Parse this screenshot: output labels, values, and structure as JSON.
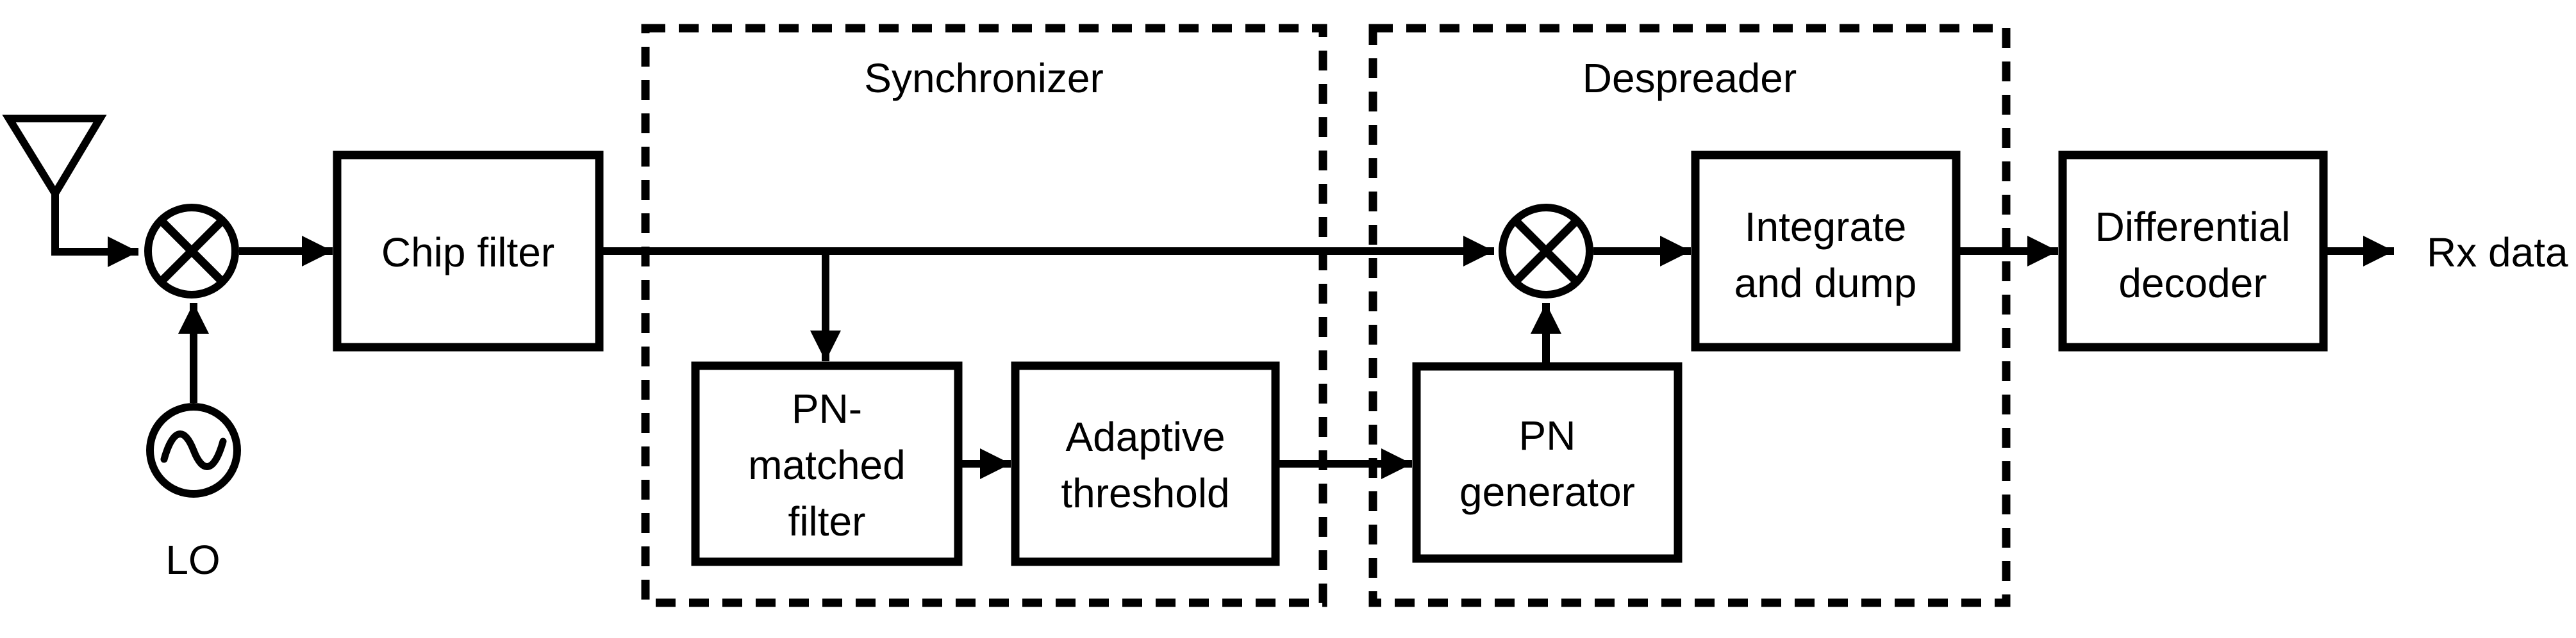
{
  "diagram": {
    "background": "#ffffff",
    "stroke_color": "#000000",
    "groups": {
      "synchronizer": {
        "label": "Synchronizer"
      },
      "despreader": {
        "label": "Despreader"
      }
    },
    "blocks": {
      "chip_filter": {
        "label": "Chip filter"
      },
      "pn_matched_filter": {
        "lines": [
          "PN-",
          "matched",
          "filter"
        ]
      },
      "adaptive_threshold": {
        "lines": [
          "Adaptive",
          "threshold"
        ]
      },
      "pn_generator": {
        "lines": [
          "PN",
          "generator"
        ]
      },
      "integrate_and_dump": {
        "lines": [
          "Integrate",
          "and dump"
        ]
      },
      "differential_decoder": {
        "lines": [
          "Differential",
          "decoder"
        ]
      }
    },
    "labels": {
      "lo": "LO",
      "rx_data": "Rx data"
    },
    "symbols": {
      "antenna": "antenna-icon",
      "rf_mixer": "multiplier-circle-icon",
      "despread_mixer": "multiplier-circle-icon",
      "local_oscillator": "sine-source-icon"
    }
  }
}
